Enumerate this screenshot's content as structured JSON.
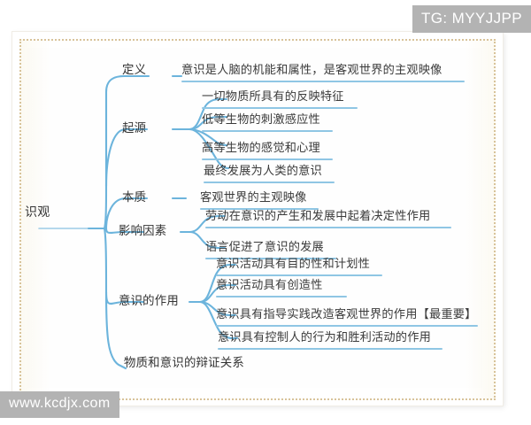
{
  "page": {
    "background_color": "#ffffff",
    "paper_color": "#fefefe",
    "border_color": "#d8c39a",
    "line_color": "#8fc6e4",
    "text_color": "#3a3a3a"
  },
  "watermarks": {
    "telegram": "TG: MYYJJPP",
    "website": "www.kcdjx.com"
  },
  "mindmap": {
    "root": {
      "label": "识观",
      "clipped": true
    },
    "branches": [
      {
        "label": "定义",
        "leaves": [
          {
            "text": "意识是人脑的机能和属性，是客观世界的主观映像",
            "underline": true
          }
        ]
      },
      {
        "label": "起源",
        "leaves": [
          {
            "text": "一切物质所具有的反映特征",
            "underline": true
          },
          {
            "text": "低等生物的刺激感应性",
            "underline": true
          },
          {
            "text": "高等生物的感觉和心理",
            "underline": true
          },
          {
            "text": "最终发展为人类的意识",
            "underline": true
          }
        ]
      },
      {
        "label": "本质",
        "leaves": [
          {
            "text": "客观世界的主观映像",
            "underline": true
          }
        ]
      },
      {
        "label": "影响因素",
        "leaves": [
          {
            "text": "劳动在意识的产生和发展中起着决定性作用",
            "underline": true
          },
          {
            "text": "语言促进了意识的发展",
            "underline": true
          }
        ]
      },
      {
        "label": "意识的作用",
        "leaves": [
          {
            "text": "意识活动具有目的性和计划性",
            "underline": true
          },
          {
            "text": "意识活动具有创造性",
            "underline": true
          },
          {
            "text": "意识具有指导实践改造客观世界的作用【最重要】",
            "underline": true
          },
          {
            "text": "意识具有控制人的行为和胜利活动的作用",
            "underline": true
          }
        ]
      },
      {
        "label": "物质和意识的辩证关系",
        "leaves": []
      }
    ]
  }
}
